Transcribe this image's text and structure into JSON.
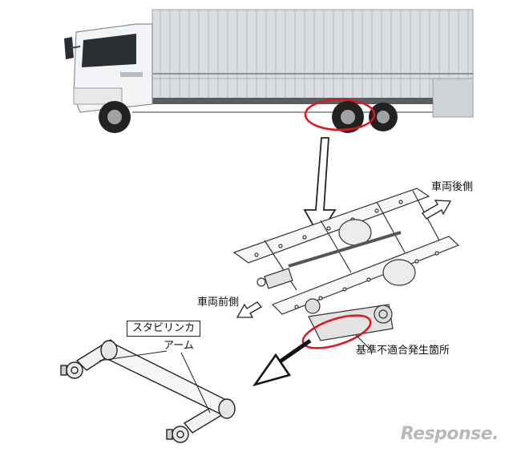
{
  "labels": {
    "rear": "車両後側",
    "front": "車両前側",
    "stabilizer": "スタビリンカ",
    "arm": "アーム",
    "defect": "基準不適合発生箇所"
  },
  "watermark": "Response.",
  "colors": {
    "highlight": "#e0161c",
    "line": "#222222"
  }
}
